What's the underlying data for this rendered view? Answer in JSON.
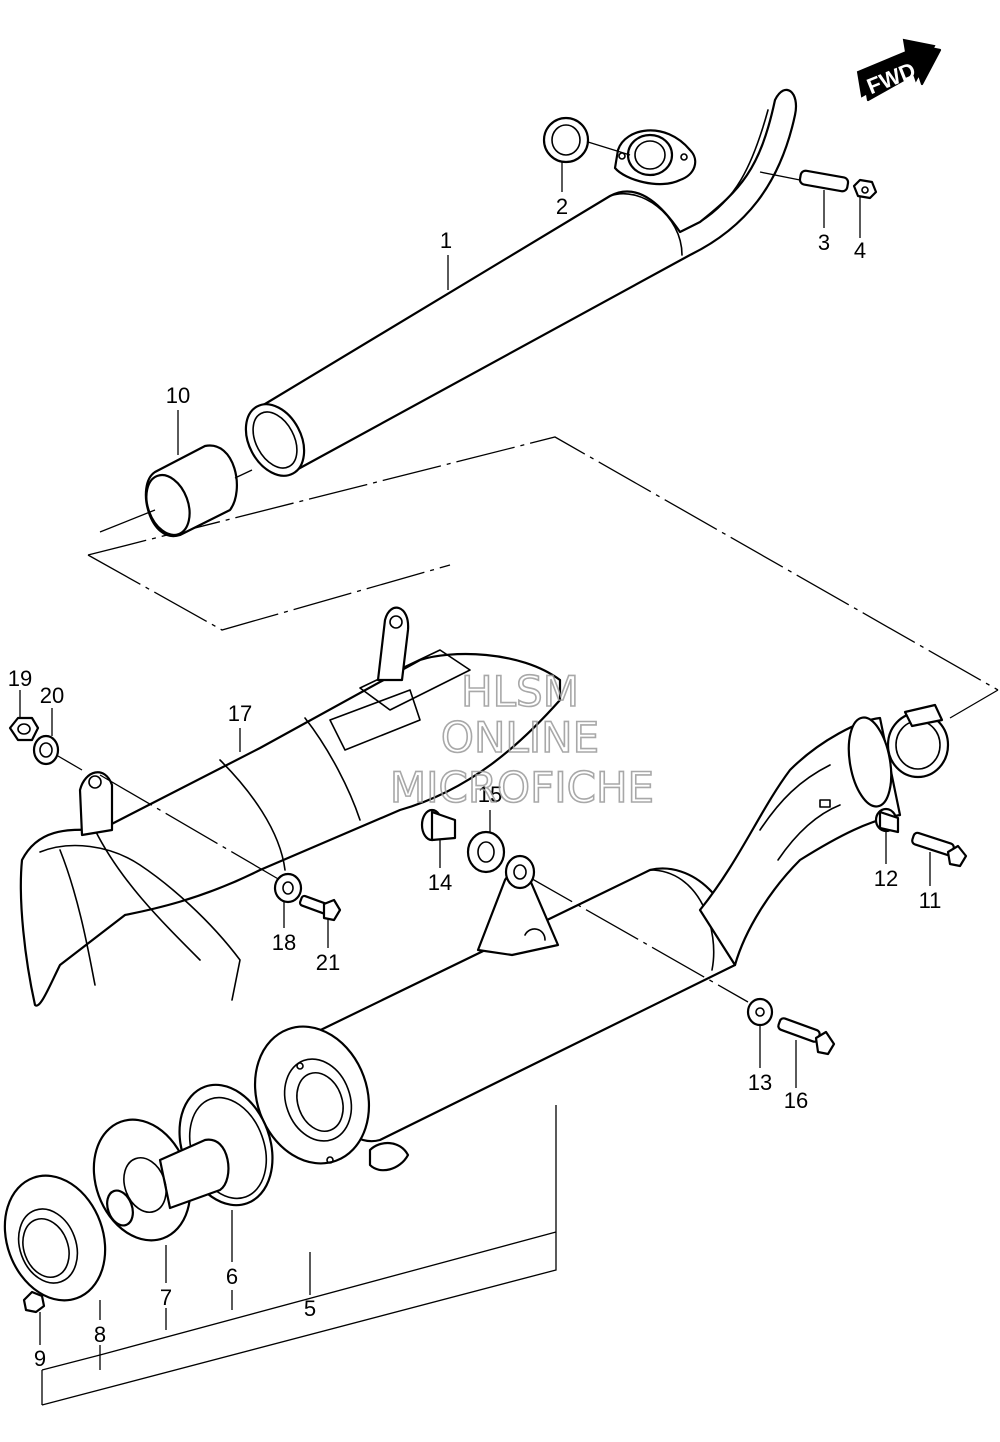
{
  "badge": {
    "fwd": "FWD"
  },
  "watermark": {
    "line1": "HLSM",
    "line2": "ONLINE",
    "line3": "MICROFICHE"
  },
  "callouts": {
    "c1": "1",
    "c2": "2",
    "c3": "3",
    "c4": "4",
    "c5": "5",
    "c6": "6",
    "c7": "7",
    "c8": "8",
    "c9": "9",
    "c10": "10",
    "c11": "11",
    "c12": "12",
    "c13": "13",
    "c14": "14",
    "c15": "15",
    "c16": "16",
    "c17": "17",
    "c18": "18",
    "c19": "19",
    "c20": "20",
    "c21": "21"
  }
}
